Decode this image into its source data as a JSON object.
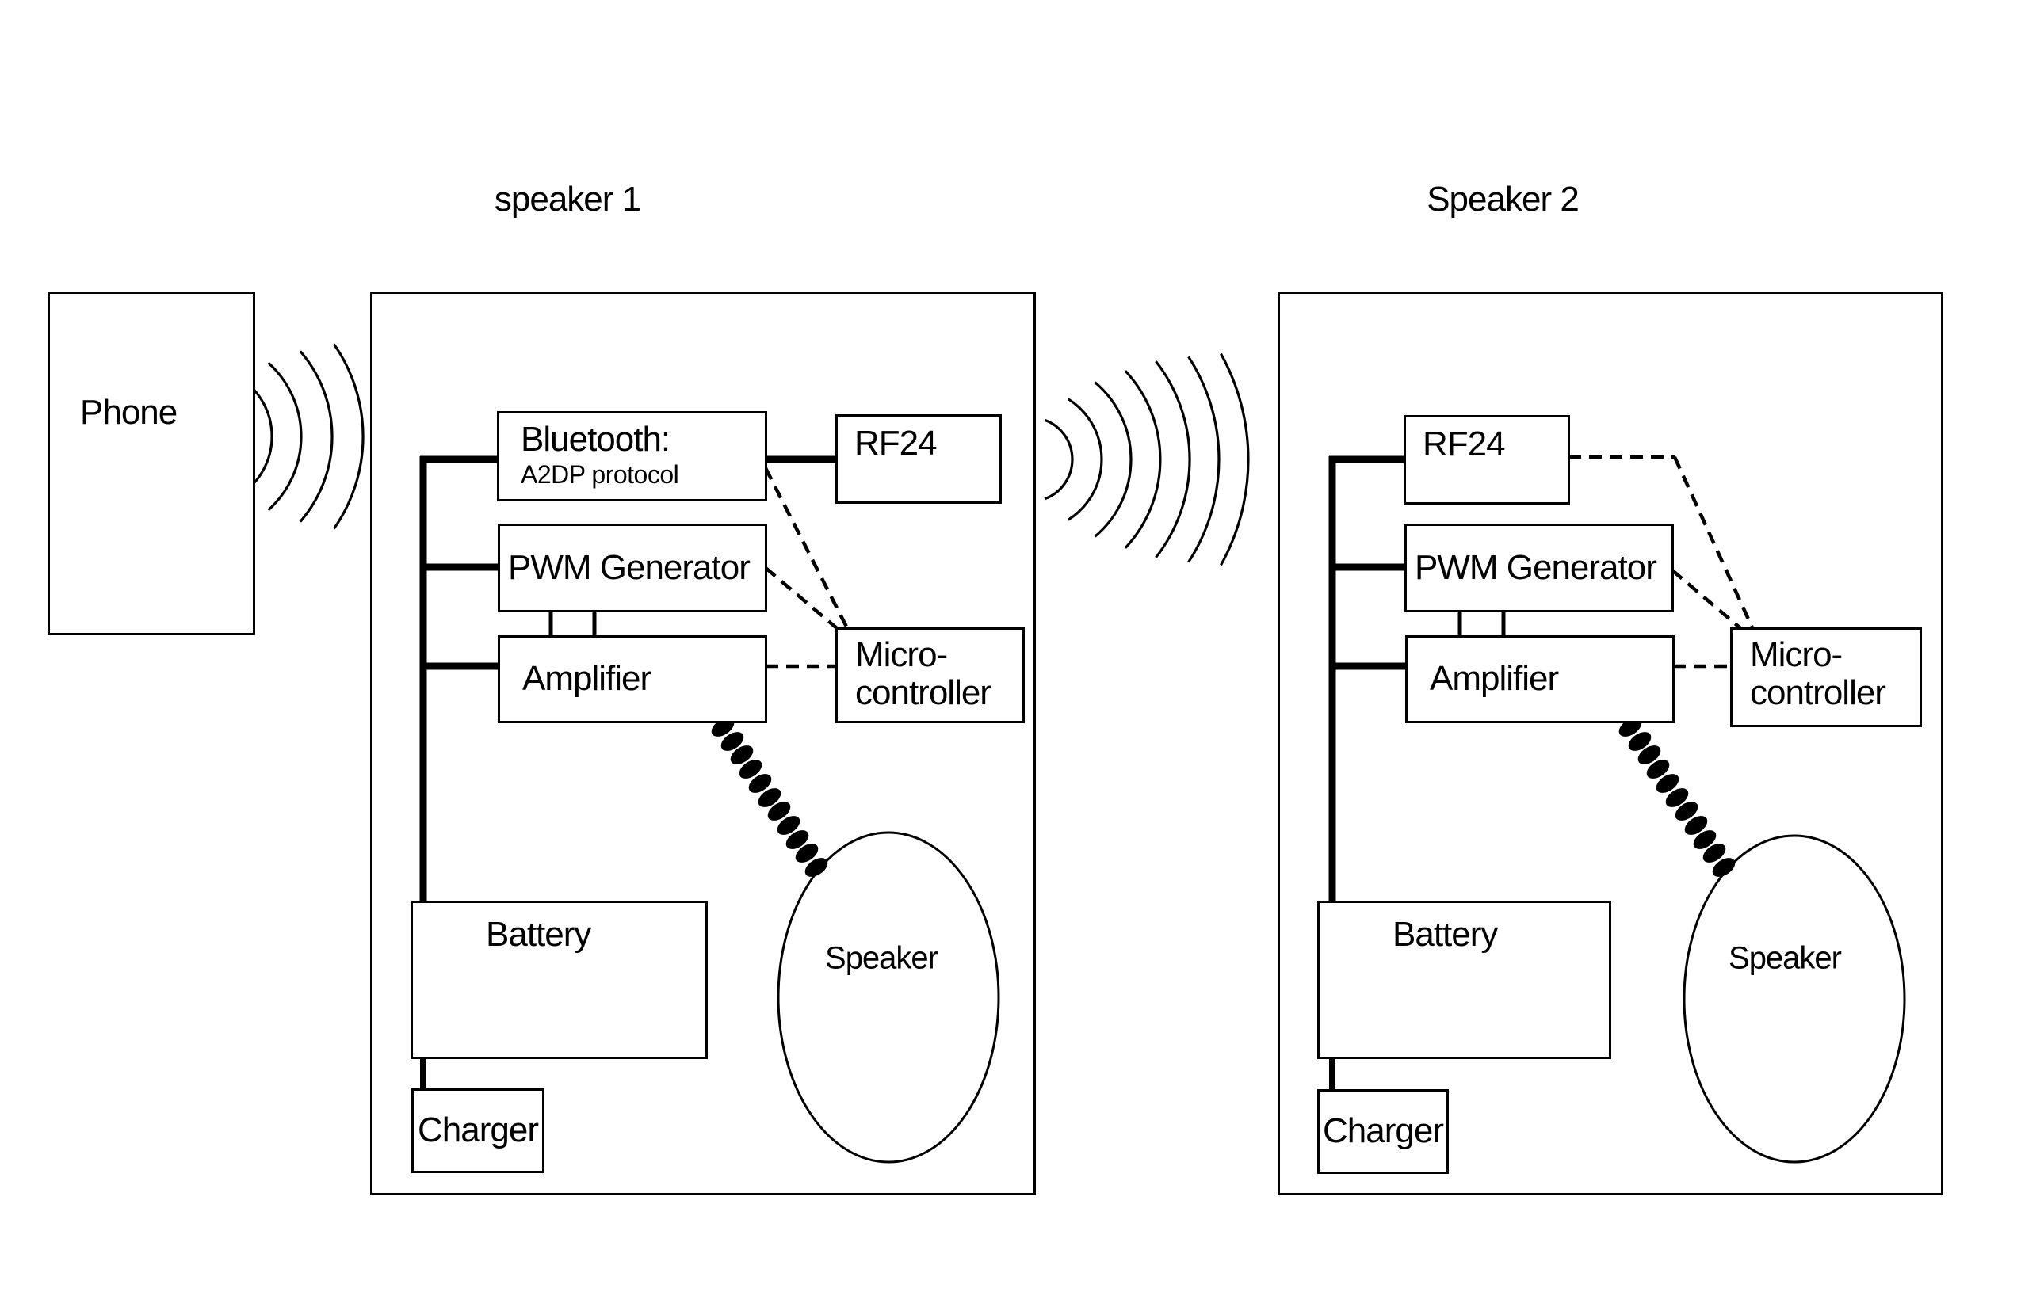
{
  "colors": {
    "stroke": "#000000",
    "background": "#ffffff"
  },
  "titles": {
    "left": "speaker 1",
    "right": "Speaker 2"
  },
  "phone": {
    "label": "Phone"
  },
  "icons": {
    "phone_to_speaker1": "wireless-waves",
    "speaker1_to_speaker2": "wireless-waves"
  },
  "s1": {
    "bluetooth_title": "Bluetooth:",
    "bluetooth_sub": "A2DP protocol",
    "rf24": "RF24",
    "pwm": "PWM Generator",
    "amp": "Amplifier",
    "micro_l1": "Micro-",
    "micro_l2": "controller",
    "battery": "Battery",
    "charger": "Charger",
    "speaker": "Speaker"
  },
  "s2": {
    "rf24": "RF24",
    "pwm": "PWM Generator",
    "amp": "Amplifier",
    "micro_l1": "Micro-",
    "micro_l2": "controller",
    "battery": "Battery",
    "charger": "Charger",
    "speaker": "Speaker"
  }
}
